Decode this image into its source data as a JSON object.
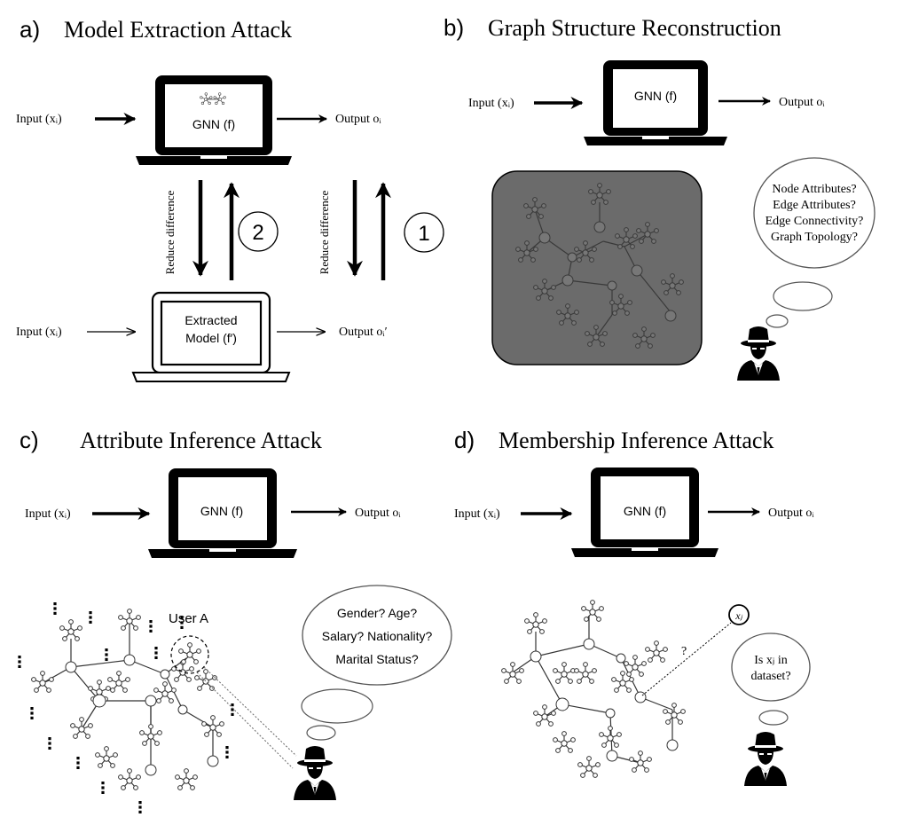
{
  "panels": {
    "a": {
      "letter": "a)",
      "title": "Model Extraction Attack",
      "input_top": "Input (xᵢ)",
      "gnn_label": "GNN (f)",
      "output_top": "Output oᵢ",
      "reduce_left": "Reduce difference",
      "reduce_right": "Reduce difference",
      "step2": "2",
      "step1": "1",
      "extracted_line1": "Extracted",
      "extracted_line2": "Model (f′)",
      "input_bottom": "Input (xᵢ)",
      "output_bottom": "Output oᵢ′"
    },
    "b": {
      "letter": "b)",
      "title": "Graph Structure Reconstruction",
      "input": "Input (xᵢ)",
      "gnn_label": "GNN (f)",
      "output": "Output oᵢ",
      "questions": [
        "Node Attributes?",
        "Edge Attributes?",
        "Edge Connectivity?",
        "Graph Topology?"
      ]
    },
    "c": {
      "letter": "c)",
      "title": "Attribute Inference Attack",
      "input": "Input (xᵢ)",
      "gnn_label": "GNN (f)",
      "output": "Output oᵢ",
      "user_label": "User A",
      "questions": [
        "Gender?  Age?",
        "Salary?  Nationality?",
        "Marital Status?"
      ]
    },
    "d": {
      "letter": "d)",
      "title": "Membership Inference Attack",
      "input": "Input (xᵢ)",
      "gnn_label": "GNN (f)",
      "output": "Output oᵢ",
      "xj_label": "xⱼ",
      "question_mark": "?",
      "bubble_line1": "Is xⱼ in",
      "bubble_line2": "dataset?"
    }
  },
  "colors": {
    "ink": "#000000",
    "graph_box_fill": "#6b6b6b",
    "graph_on_dark": "#3a3a3a",
    "bubble_stroke": "#555555"
  }
}
